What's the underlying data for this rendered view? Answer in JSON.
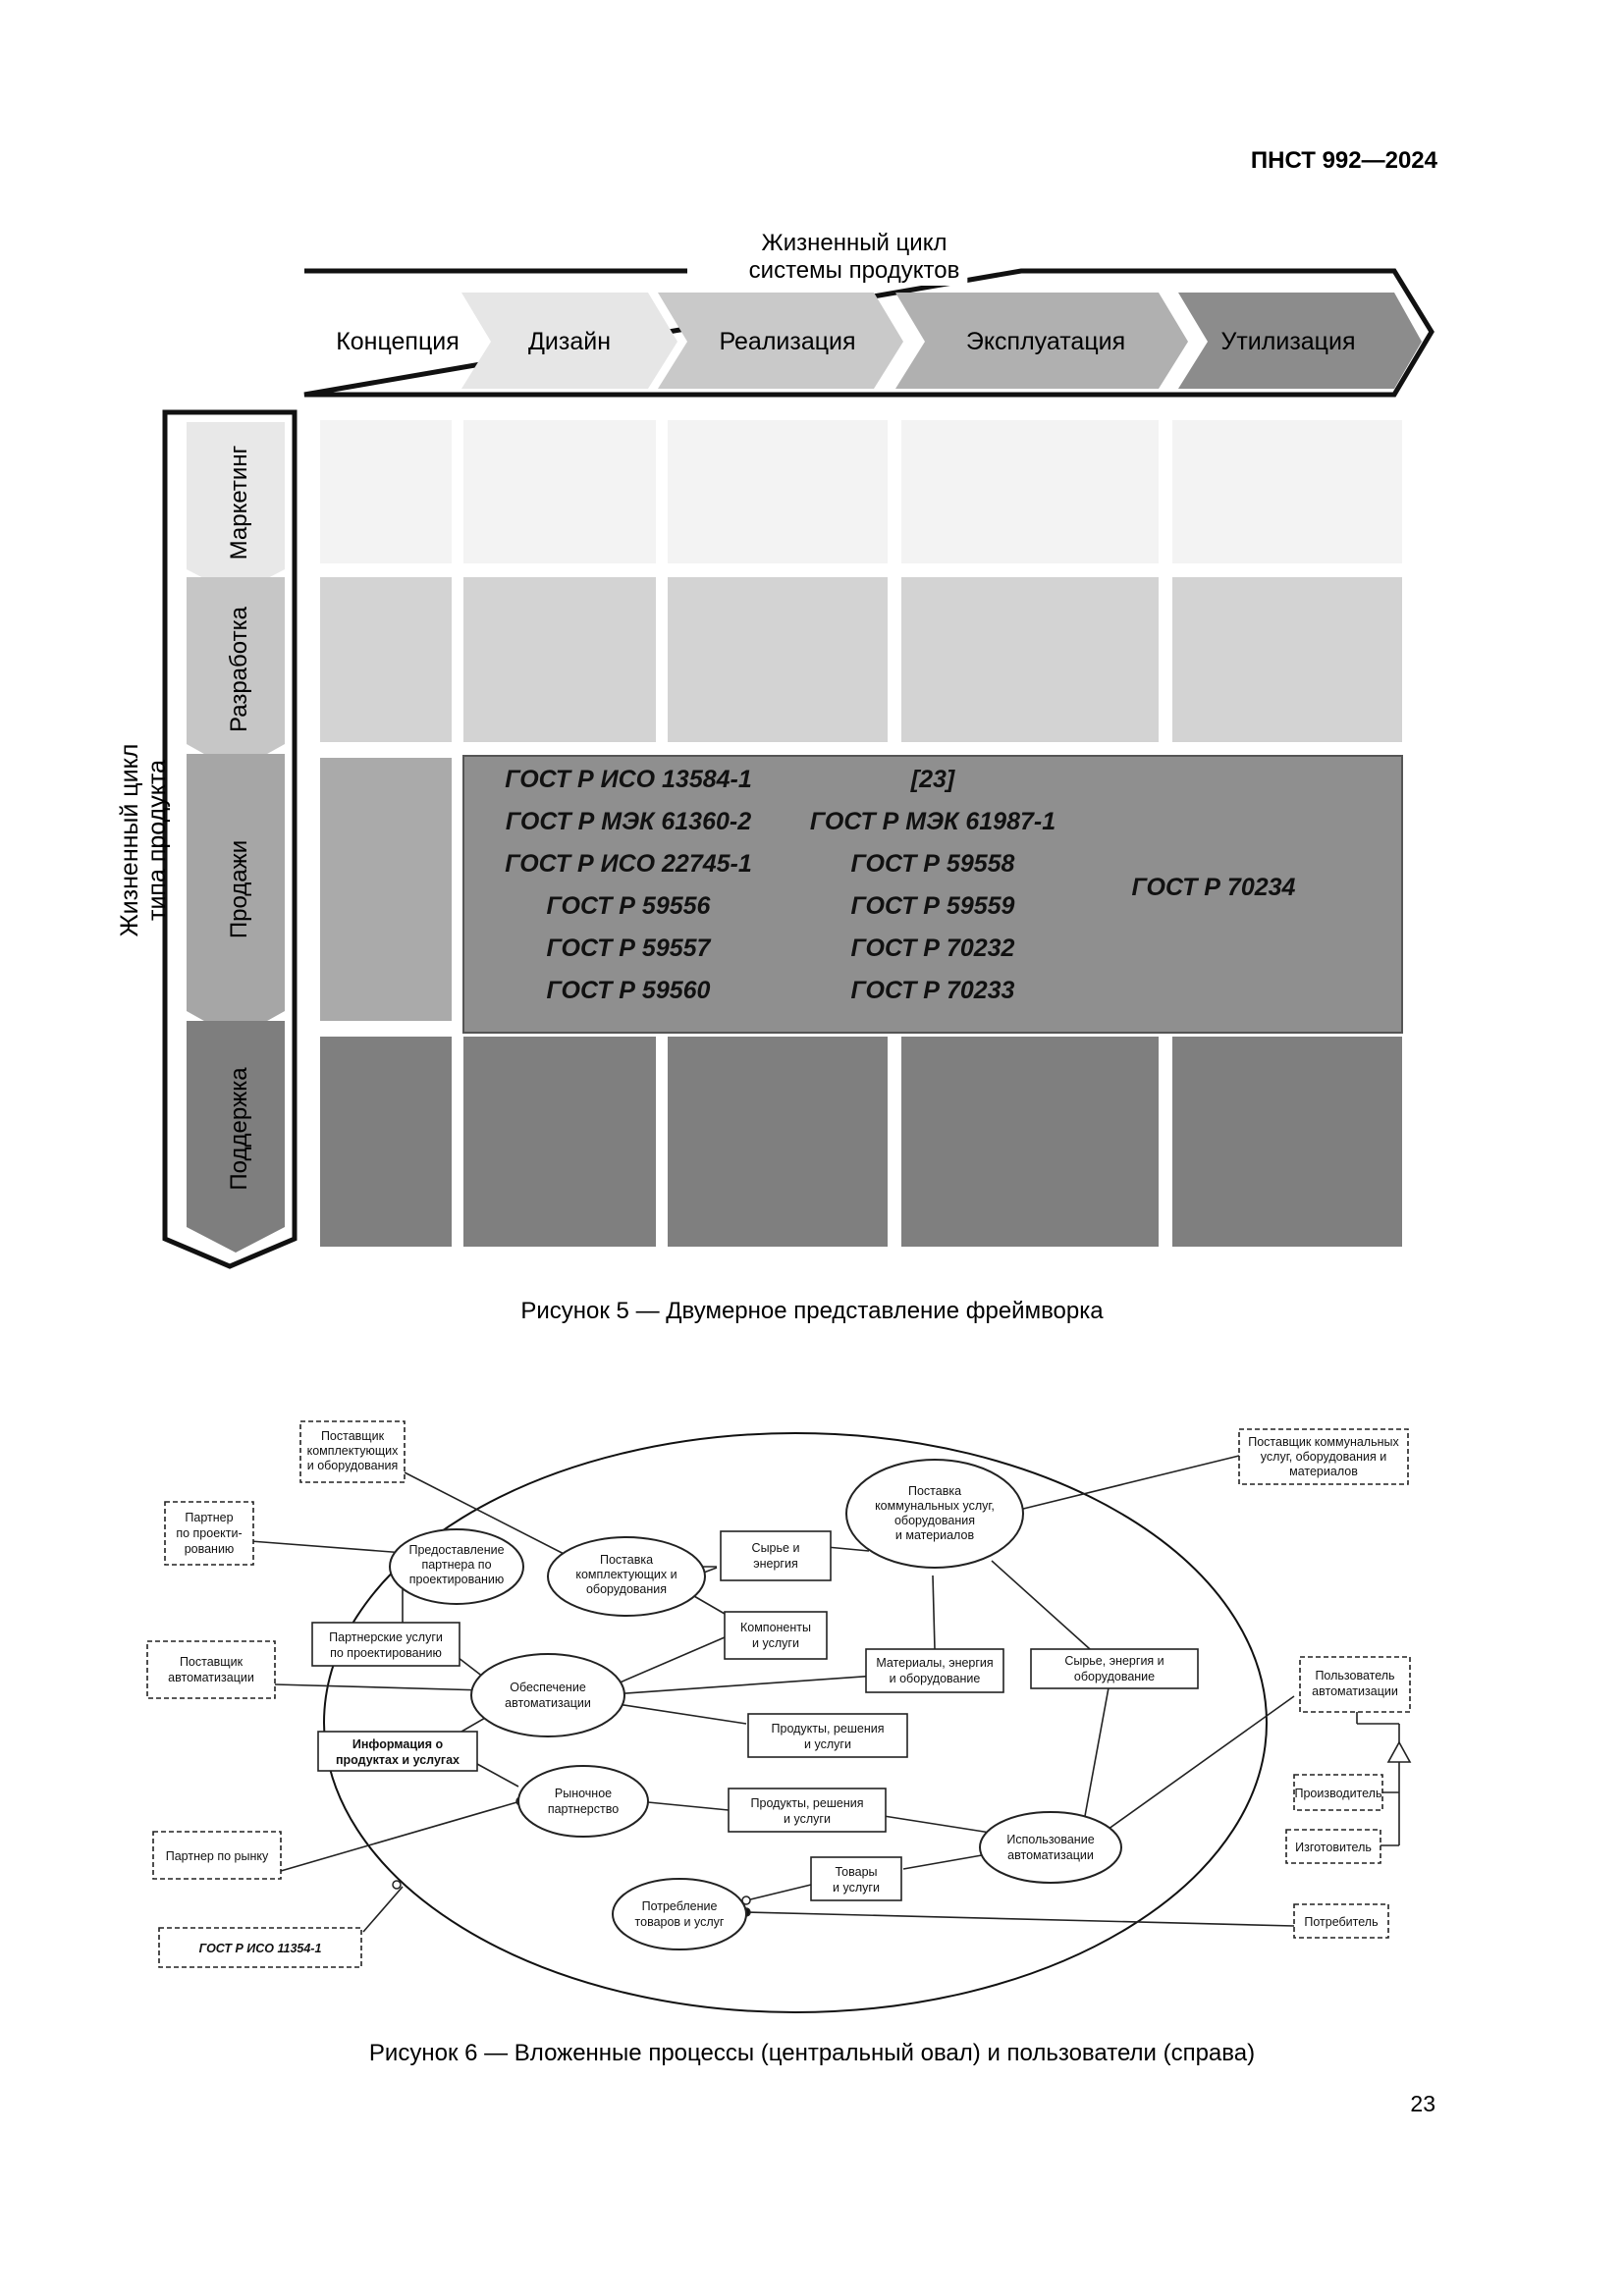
{
  "header": {
    "doc_id": "ПНСТ 992—2024"
  },
  "figure5": {
    "system_lifecycle_title": [
      "Жизненный цикл",
      "системы продуктов"
    ],
    "stages": [
      "Концепция",
      "Дизайн",
      "Реализация",
      "Эксплуатация",
      "Утилизация"
    ],
    "product_lifecycle_title": [
      "Жизненный цикл",
      "типа продукта"
    ],
    "product_stages": [
      "Маркетинг",
      "Разработка",
      "Продажи",
      "Поддержка"
    ],
    "gost_col1": [
      "ГОСТ Р ИСО 13584-1",
      "ГОСТ Р МЭК 61360-2",
      "ГОСТ Р ИСО 22745-1",
      "ГОСТ Р 59556",
      "ГОСТ Р 59557",
      "ГОСТ Р 59560"
    ],
    "gost_col2": [
      "[23]",
      "ГОСТ Р МЭК 61987-1",
      "ГОСТ Р 59558",
      "ГОСТ Р 59559",
      "ГОСТ Р 70232",
      "ГОСТ Р 70233"
    ],
    "gost_col3": "ГОСТ Р 70234",
    "caption": "Рисунок 5 — Двумерное представление фреймворка"
  },
  "figure6": {
    "processes": {
      "p1": [
        "Предоставление",
        "партнера по",
        "проектированию"
      ],
      "p2": [
        "Поставка",
        "комплектующих и",
        "оборудования"
      ],
      "p3": [
        "Поставка",
        "коммунальных услуг,",
        "оборудования",
        "и материалов"
      ],
      "p4": [
        "Обеспечение",
        "автоматизации"
      ],
      "p5": [
        "Рыночное",
        "партнерство"
      ],
      "p6": [
        "Использование",
        "автоматизации"
      ],
      "p7": [
        "Потребление",
        "товаров и услуг"
      ]
    },
    "flows": {
      "f1": [
        "Сырье и",
        "энергия"
      ],
      "f2": [
        "Партнерские услуги",
        "по проектированию"
      ],
      "f3": [
        "Компоненты",
        "и услуги"
      ],
      "f4": [
        "Материалы, энергия",
        "и оборудование"
      ],
      "f5": [
        "Сырье, энергия и",
        "оборудование"
      ],
      "f6": [
        "Информация о",
        "продуктах и услугах"
      ],
      "f7": [
        "Продукты, решения",
        "и услуги"
      ],
      "f8": [
        "Продукты, решения",
        "и услуги"
      ],
      "f9": [
        "Товары",
        "и услуги"
      ]
    },
    "actors": {
      "a1": [
        "Поставщик",
        "комплектующих",
        "и оборудования"
      ],
      "a2": [
        "Партнер",
        "по проекти-",
        "рованию"
      ],
      "a3": [
        "Поставщик",
        "автоматизации"
      ],
      "a4": [
        "Партнер по рынку"
      ],
      "a5": [
        "ГОСТ Р ИСО 11354-1"
      ],
      "a6": [
        "Поставщик коммунальных",
        "услуг, оборудования и",
        "материалов"
      ],
      "a7": [
        "Пользователь",
        "автоматизации"
      ],
      "a8": [
        "Производитель"
      ],
      "a9": [
        "Изготовитель"
      ],
      "a10": [
        "Потребитель"
      ]
    },
    "caption": "Рисунок 6 — Вложенные процессы (центральный овал) и пользователи (справа)"
  },
  "page_number": "23"
}
